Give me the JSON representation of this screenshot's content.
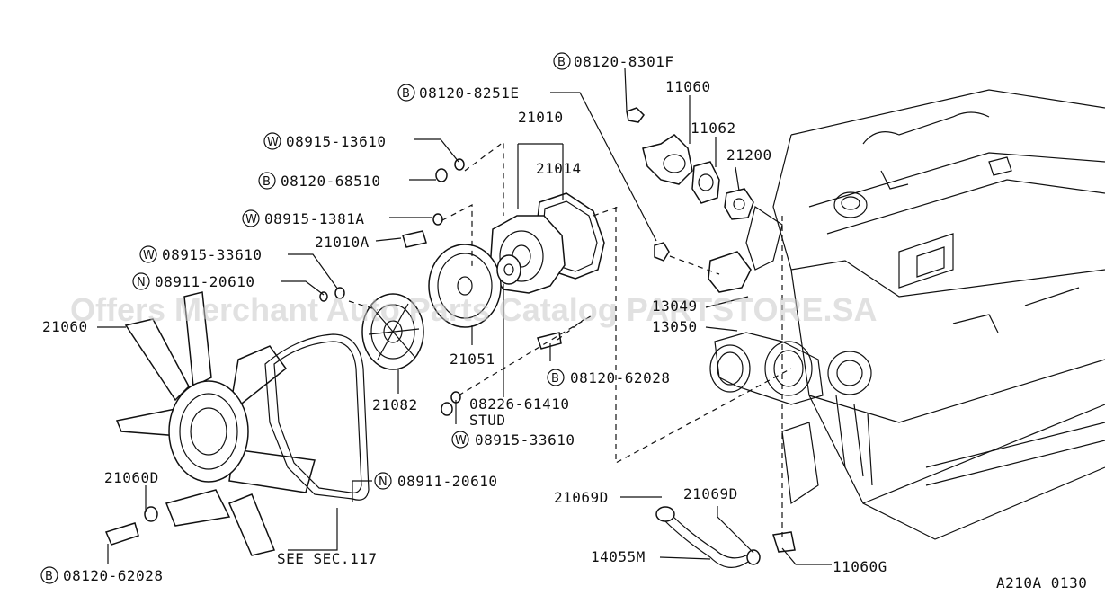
{
  "labels": {
    "p08120_8301F": {
      "prefix": "B",
      "text": "08120-8301F"
    },
    "p11060": {
      "text": "11060"
    },
    "p08120_8251E": {
      "prefix": "B",
      "text": "08120-8251E"
    },
    "p11062": {
      "text": "11062"
    },
    "p21010": {
      "text": "21010"
    },
    "p21200": {
      "text": "21200"
    },
    "p08915_13610": {
      "prefix": "W",
      "text": "08915-13610"
    },
    "p21014": {
      "text": "21014"
    },
    "p08120_68510": {
      "prefix": "B",
      "text": "08120-68510"
    },
    "p08915_1381A": {
      "prefix": "W",
      "text": "08915-1381A"
    },
    "p21010A": {
      "text": "21010A"
    },
    "p08915_33610_top": {
      "prefix": "W",
      "text": "08915-33610"
    },
    "p08911_20610_top": {
      "prefix": "N",
      "text": "08911-20610"
    },
    "p13049": {
      "text": "13049"
    },
    "p13050": {
      "text": "13050"
    },
    "p21060": {
      "text": "21060"
    },
    "p21051": {
      "text": "21051"
    },
    "p08120_62028_mid": {
      "prefix": "B",
      "text": "08120-62028"
    },
    "p21082": {
      "text": "21082"
    },
    "p08226_61410": {
      "text": "08226-61410"
    },
    "pSTUD": {
      "text": "STUD"
    },
    "p08915_33610_bot": {
      "prefix": "W",
      "text": "08915-33610"
    },
    "p21060D": {
      "text": "21060D"
    },
    "p08911_20610_bot": {
      "prefix": "N",
      "text": "08911-20610"
    },
    "p21069D_left": {
      "text": "21069D"
    },
    "p21069D_right": {
      "text": "21069D"
    },
    "p14055M": {
      "text": "14055M"
    },
    "p11060G": {
      "text": "11060G"
    },
    "pSEE": {
      "text": "SEE SEC.117"
    },
    "p08120_62028_bot": {
      "prefix": "B",
      "text": "08120-62028"
    },
    "pRef": {
      "text": "A210A 0130"
    }
  },
  "watermark": "Offers Merchant Auto Parts Catalog PARTSTORE.SA"
}
